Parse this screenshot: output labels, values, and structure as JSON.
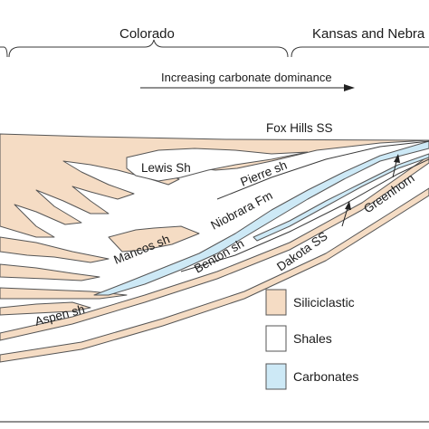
{
  "regions": {
    "colorado": "Colorado",
    "kansas_nebraska": "Kansas and Nebra"
  },
  "trend_label": "Increasing carbonate dominance",
  "units": {
    "fox_hills": "Fox Hills SS",
    "lewis": "Lewis Sh",
    "pierre": "Pierre sh",
    "niobrara": "Niobrara Fm",
    "mancos": "Mancos sh",
    "benton": "Benton sh",
    "dakota": "Dakota SS",
    "greenhorn": "Greenhorn",
    "aspen": "Aspen sh"
  },
  "legend": [
    {
      "label": "Siliciclastic",
      "color": "#f5dcc4"
    },
    {
      "label": "Shales",
      "color": "#ffffff"
    },
    {
      "label": "Carbonates",
      "color": "#cde9f6"
    }
  ],
  "colors": {
    "siliciclastic": "#f5dcc4",
    "shales": "#ffffff",
    "carbonates": "#cde9f6"
  }
}
